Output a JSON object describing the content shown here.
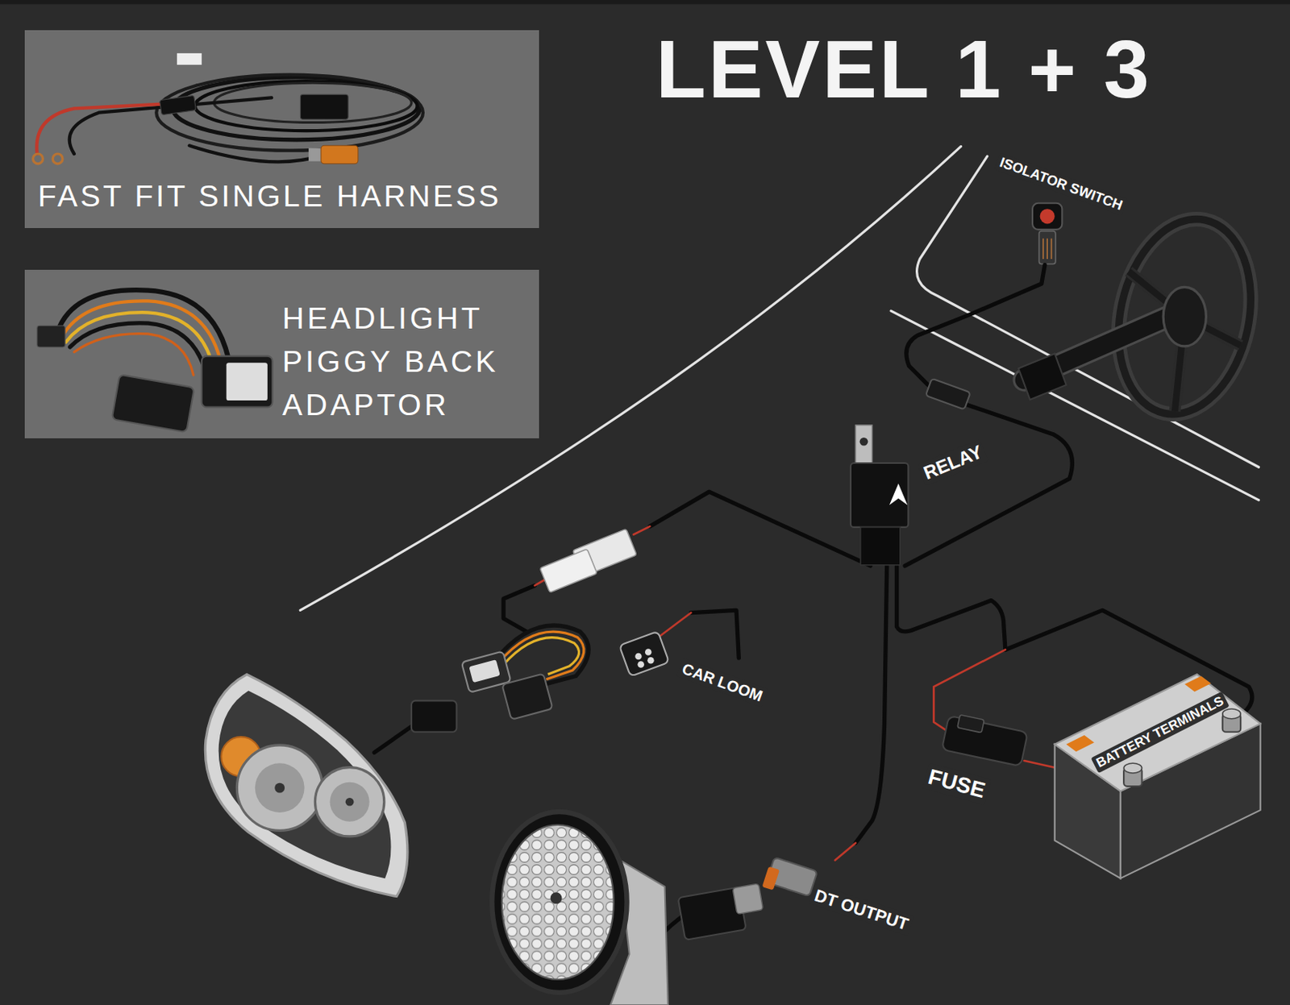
{
  "diagram": {
    "title": "LEVEL 1 + 3",
    "nodes": [
      {
        "text": [
          "FAST FIT SINGLE HARNESS"
        ]
      },
      {
        "text": [
          "HEADLIGHT PIGGY BACK ADAPTOR"
        ]
      }
    ],
    "labels": [
      "ISOLATOR SWITCH",
      "RELAY",
      "CAR LOOM",
      "FUSE",
      "BATTERY TERMINALS",
      "DT OUTPUT"
    ]
  }
}
